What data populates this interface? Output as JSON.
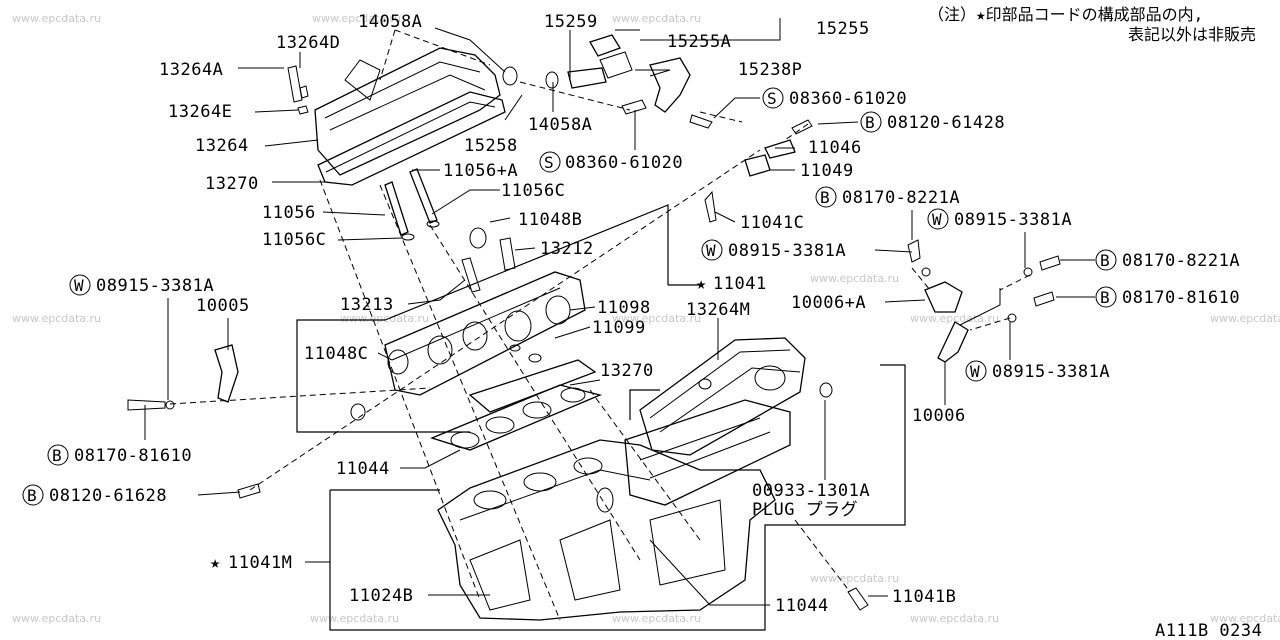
{
  "diagram": {
    "note_line1": "（注）★印部品コードの構成部品の内,",
    "note_line2": "表記以外は非販売",
    "code": "A111B 0234",
    "watermark": "www.epcdata.ru"
  },
  "labels": {
    "p14058A_top": "14058A",
    "p15259": "15259",
    "p15255": "15255",
    "p15255A": "15255A",
    "p13264D": "13264D",
    "p13264A": "13264A",
    "p15238P": "15238P",
    "p08360_61020_top": "08360-61020",
    "p13264E": "13264E",
    "p08120_61428": "08120-61428",
    "p13264": "13264",
    "p15258": "15258",
    "p14058A_bottom": "14058A",
    "p11046": "11046",
    "p08360_61020_mid": "08360-61020",
    "p11049": "11049",
    "p11056A": "11056+A",
    "p13270_top": "13270",
    "p11056C_top": "11056C",
    "p08170_8221A_top": "08170-8221A",
    "p11056": "11056",
    "p11048B": "11048B",
    "p11041C": "11041C",
    "p08915_3381A_top": "08915-3381A",
    "p11056C_left": "11056C",
    "p13212": "13212",
    "p08915_3381A_mid": "08915-3381A",
    "p08170_8221A_right": "08170-8221A",
    "p11041": "11041",
    "p08915_3381A_left": "08915-3381A",
    "p10005": "10005",
    "p10006A": "10006+A",
    "p08170_81610_right": "08170-81610",
    "p13213": "13213",
    "p11098": "11098",
    "p13264M": "13264M",
    "p11099": "11099",
    "p11048C": "11048C",
    "p08915_3381A_right": "08915-3381A",
    "p13270_mid": "13270",
    "p10006": "10006",
    "p08170_81610_left": "08170-81610",
    "p11044_left": "11044",
    "p00933_1301A": "00933-1301A",
    "p08120_61628": "08120-61628",
    "plug": "PLUG プラグ",
    "p11041M": "11041M",
    "p11024B": "11024B",
    "p11044_bottom": "11044",
    "p11041B": "11041B"
  },
  "markers": {
    "star": "★",
    "S": "S",
    "B": "B",
    "W": "W"
  }
}
